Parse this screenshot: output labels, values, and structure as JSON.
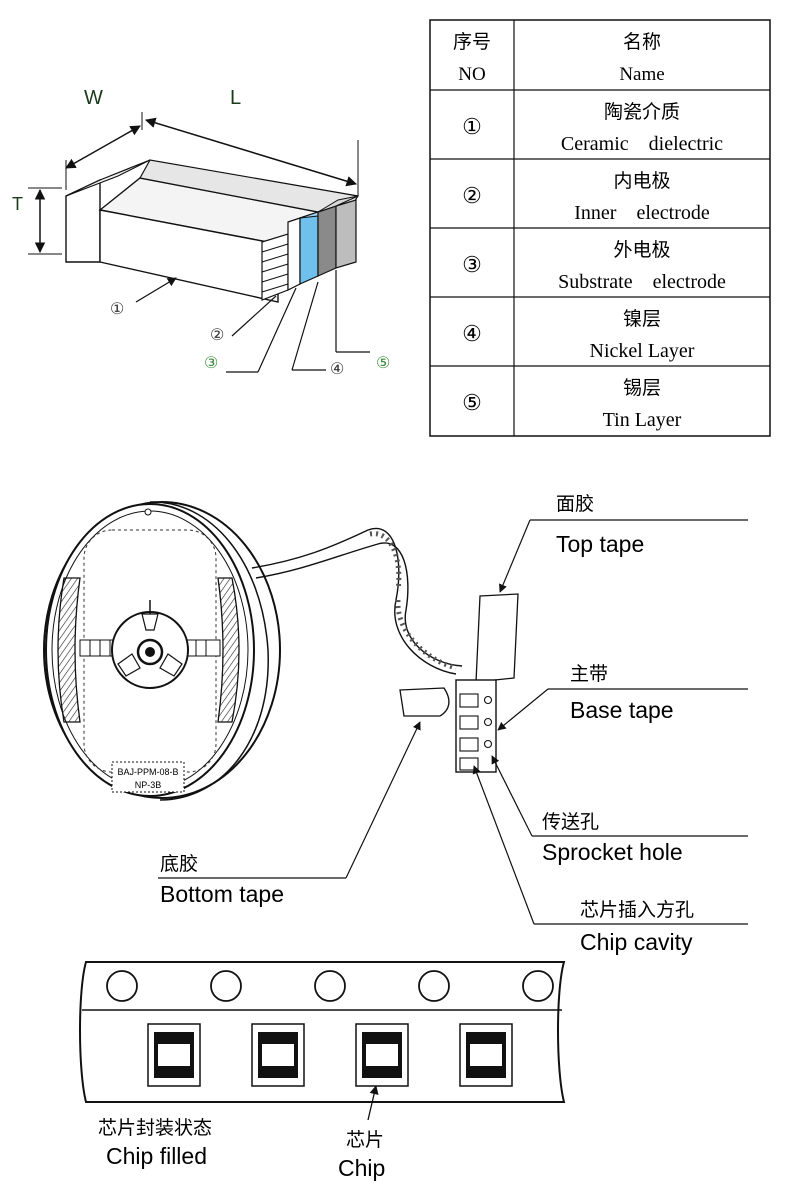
{
  "chip_diagram": {
    "dim_w": "W",
    "dim_l": "L",
    "dim_t": "T",
    "callouts": [
      "①",
      "②",
      "③",
      "④",
      "⑤"
    ],
    "colors": {
      "inner_electrode": "#6fc0ea",
      "callout_green": "#3a8a3a",
      "nickel": "#8a8a8a",
      "tin": "#bdbdbd"
    }
  },
  "parts_table": {
    "header": {
      "no_cn": "序号",
      "no_en": "NO",
      "name_cn": "名称",
      "name_en": "Name"
    },
    "rows": [
      {
        "no": "①",
        "cn": "陶瓷介质",
        "en": "Ceramic    dielectric"
      },
      {
        "no": "②",
        "cn": "内电极",
        "en": "Inner    electrode"
      },
      {
        "no": "③",
        "cn": "外电极",
        "en": "Substrate    electrode"
      },
      {
        "no": "④",
        "cn": "镍层",
        "en": "Nickel Layer"
      },
      {
        "no": "⑤",
        "cn": "锡层",
        "en": "Tin Layer"
      }
    ]
  },
  "reel": {
    "reel_label_line1": "BAJ-PPM-08-B",
    "reel_label_line2": "NP-3B",
    "labels": {
      "top_tape_cn": "面胶",
      "top_tape_en": "Top tape",
      "base_tape_cn": "主带",
      "base_tape_en": "Base tape",
      "sprocket_cn": "传送孔",
      "sprocket_en": "Sprocket hole",
      "bottom_tape_cn": "底胶",
      "bottom_tape_en": "Bottom tape",
      "cavity_cn": "芯片插入方孔",
      "cavity_en": "Chip cavity"
    }
  },
  "strip": {
    "filled_cn": "芯片封装状态",
    "filled_en": "Chip filled",
    "chip_cn": "芯片",
    "chip_en": "Chip"
  }
}
